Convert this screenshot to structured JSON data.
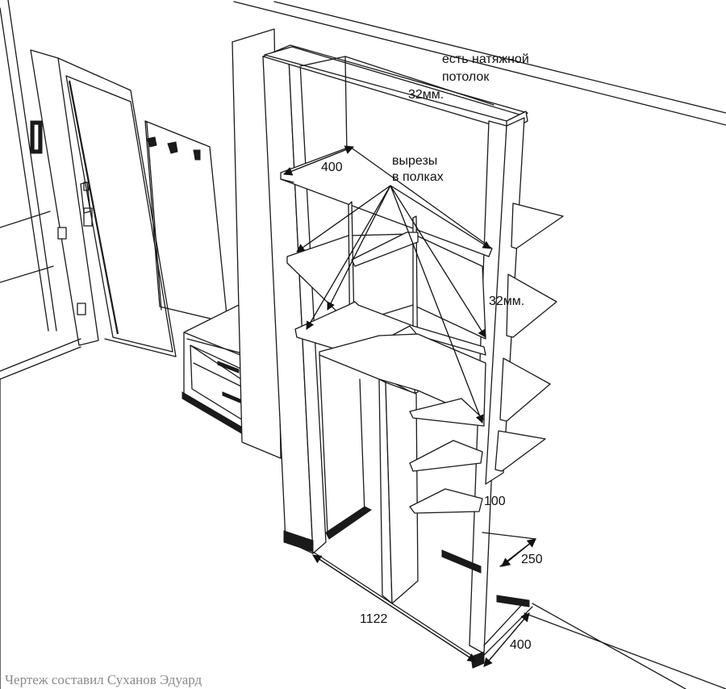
{
  "annotations": {
    "ceiling_note_line1": "есть натяжной",
    "ceiling_note_line2": "потолок",
    "top_thickness": "32мм.",
    "side_thickness": "32мм.",
    "shelf_depth": "400",
    "cutouts_line1": "вырезы",
    "cutouts_line2": "в полках",
    "shelf_gap": "100",
    "corner_shelf_depth": "250",
    "width": "1122",
    "depth": "400"
  },
  "credit": "Чертеж составил Суханов Эдуард"
}
